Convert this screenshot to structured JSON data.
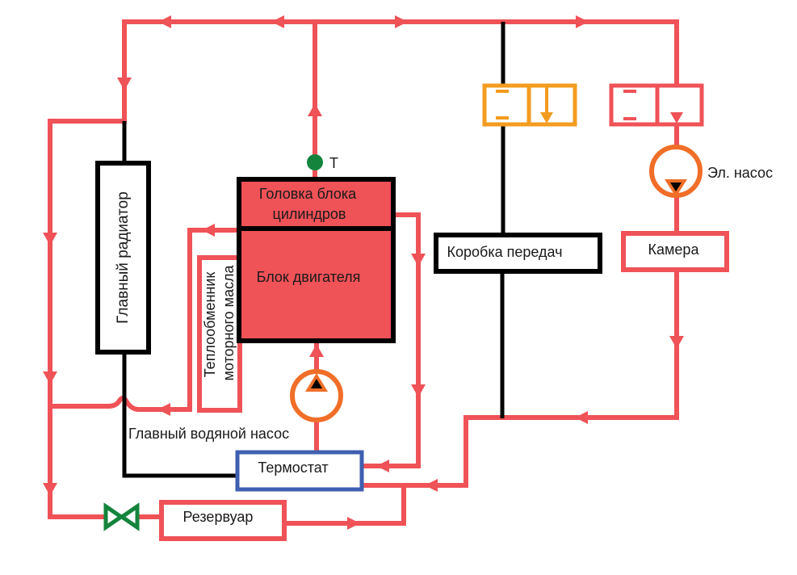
{
  "colors": {
    "coolant": "#ef5257",
    "structure": "#000000",
    "pump": "#f06e28",
    "valve_orange": "#f39c1f",
    "sensor": "#14843c",
    "thermostat": "#3f5fb0",
    "engine_fill": "#ef5257"
  },
  "components": {
    "radiator": "Главный радиатор",
    "cylinder_head_line1": "Головка блока",
    "cylinder_head_line2": "цилиндров",
    "engine_block": "Блок двигателя",
    "oil_cooler_line1": "Теплообменник",
    "oil_cooler_line2": "моторного масла",
    "main_pump": "Главный водяной насос",
    "thermostat": "Термостат",
    "reservoir": "Резервуар",
    "gearbox": "Коробка передач",
    "electric_pump": "Эл. насос",
    "chamber": "Камера",
    "temp_sensor": "Т"
  }
}
